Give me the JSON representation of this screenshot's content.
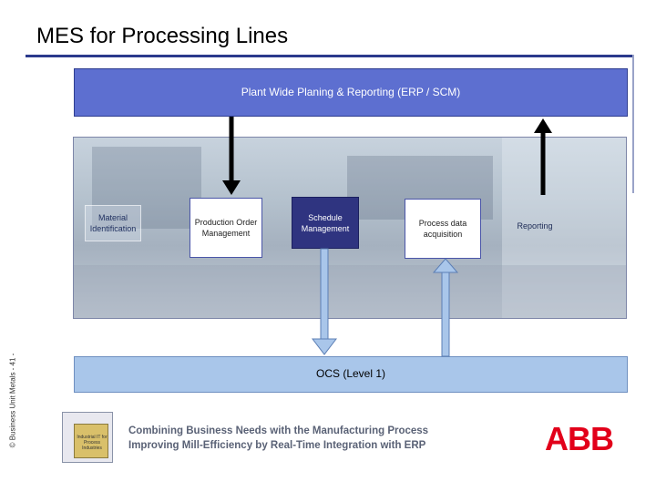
{
  "title": "MES for Processing Lines",
  "side_text": "© Business Unit Metals - 41 -",
  "erp": {
    "label": "Plant Wide Planing & Reporting (ERP / SCM)"
  },
  "modules": {
    "material": "Material Identification",
    "production": "Production Order Management",
    "schedule": "Schedule Management",
    "process": "Process data acquisition",
    "reporting": "Reporting"
  },
  "ocs": {
    "label": "OCS (Level 1)"
  },
  "footer": {
    "icon_label": "Industrial IT for Process Industries",
    "line1": "Combining Business Needs with the Manufacturing Process",
    "line2": "Improving Mill-Efficiency by Real-Time Integration with ERP"
  },
  "logo": "ABB",
  "colors": {
    "erp": "#5d6fd0",
    "ocs": "#a9c6ea",
    "schedule": "#2f3480",
    "logo": "#e2001a",
    "title_rule": "#2b3a8c"
  }
}
